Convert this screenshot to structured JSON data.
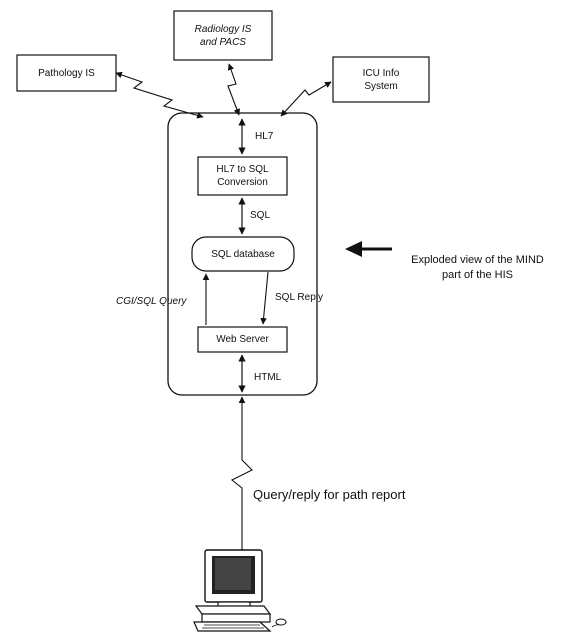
{
  "nodes": {
    "pathology": {
      "label": "Pathology IS"
    },
    "radiology": {
      "line1": "Radiology IS",
      "line2": "and PACS"
    },
    "icu": {
      "line1": "ICU Info",
      "line2": "System"
    },
    "hl7_conversion": {
      "line1": "HL7 to SQL",
      "line2": "Conversion"
    },
    "sql_database": {
      "label": "SQL database"
    },
    "web_server": {
      "label": "Web Server"
    }
  },
  "edges": {
    "hl7": "HL7",
    "sql": "SQL",
    "cgi_query": "CGI/SQL Query",
    "sql_reply": "SQL Reply",
    "html": "HTML",
    "path_report": "Query/reply for path report"
  },
  "annotation": {
    "line1": "Exploded view of the MIND",
    "line2": "part of the HIS"
  },
  "colors": {
    "ink": "#111111",
    "background": "#ffffff"
  },
  "icons": {
    "workstation": "desktop-computer-icon",
    "pointer": "left-arrow-icon"
  }
}
